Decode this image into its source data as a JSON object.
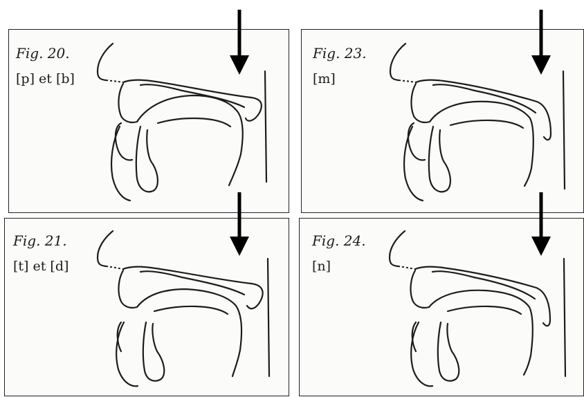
{
  "panels": [
    {
      "id": "fig-20",
      "title": "Fig. 20.",
      "sound": "[p] et [b]"
    },
    {
      "id": "fig-23",
      "title": "Fig. 23.",
      "sound": "[m]"
    },
    {
      "id": "fig-21",
      "title": "Fig. 21.",
      "sound": "[t] et [d]"
    },
    {
      "id": "fig-24",
      "title": "Fig. 24.",
      "sound": "[n]"
    }
  ]
}
